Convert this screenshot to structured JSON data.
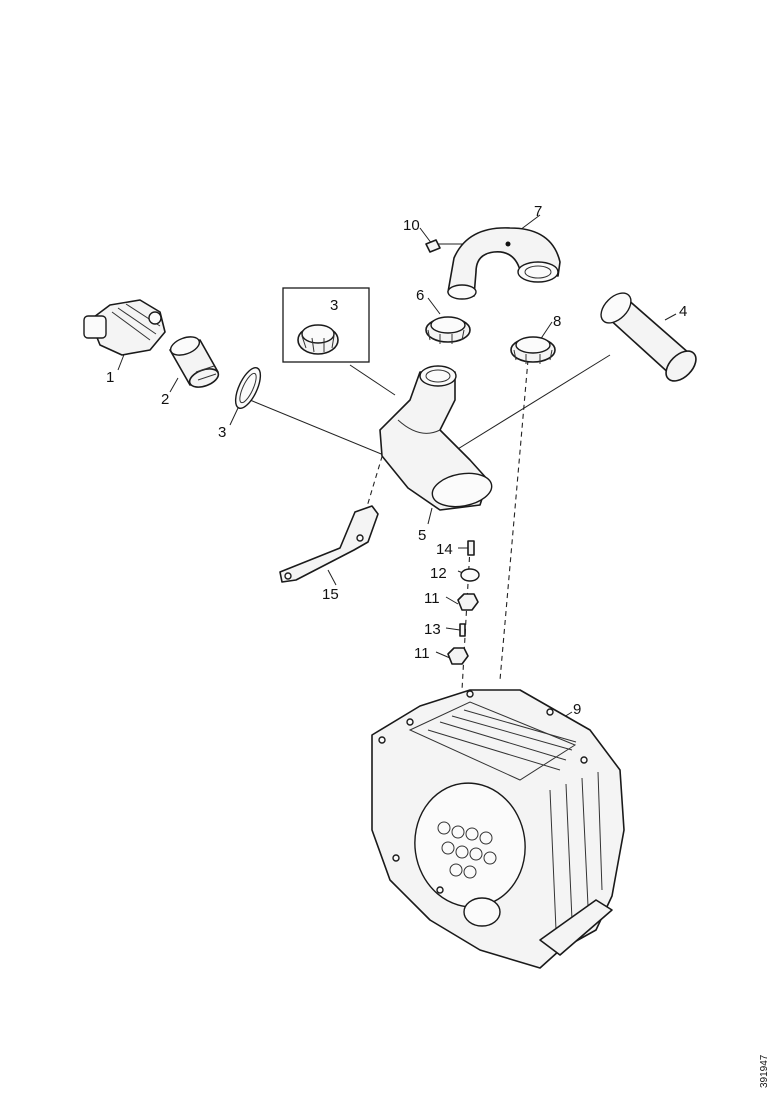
{
  "callouts": {
    "c1": "1",
    "c2": "2",
    "c3a": "3",
    "c3b": "3",
    "c4": "4",
    "c5": "5",
    "c6": "6",
    "c7": "7",
    "c8": "8",
    "c9": "9",
    "c10": "10",
    "c11a": "11",
    "c11b": "11",
    "c12": "12",
    "c13": "13",
    "c14": "14",
    "c15": "15"
  },
  "document_number": "391947"
}
